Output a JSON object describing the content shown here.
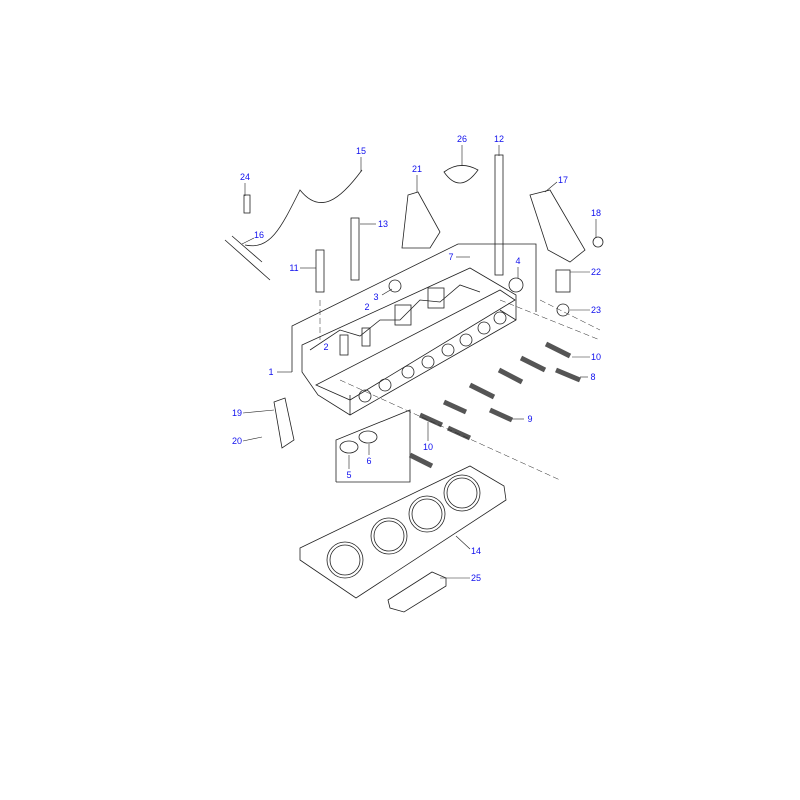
{
  "label_color": "#1010ee",
  "callouts": [
    {
      "id": "c24",
      "text": "24"
    },
    {
      "id": "c15",
      "text": "15"
    },
    {
      "id": "c21",
      "text": "21"
    },
    {
      "id": "c26",
      "text": "26"
    },
    {
      "id": "c12",
      "text": "12"
    },
    {
      "id": "c17",
      "text": "17"
    },
    {
      "id": "c18",
      "text": "18"
    },
    {
      "id": "c16",
      "text": "16"
    },
    {
      "id": "c13",
      "text": "13"
    },
    {
      "id": "c11",
      "text": "11"
    },
    {
      "id": "c7",
      "text": "7"
    },
    {
      "id": "c4",
      "text": "4"
    },
    {
      "id": "c22",
      "text": "22"
    },
    {
      "id": "c3",
      "text": "3"
    },
    {
      "id": "c23",
      "text": "23"
    },
    {
      "id": "c2a",
      "text": "2"
    },
    {
      "id": "c2b",
      "text": "2"
    },
    {
      "id": "c1",
      "text": "1"
    },
    {
      "id": "c10a",
      "text": "10"
    },
    {
      "id": "c8",
      "text": "8"
    },
    {
      "id": "c19",
      "text": "19"
    },
    {
      "id": "c9",
      "text": "9"
    },
    {
      "id": "c20",
      "text": "20"
    },
    {
      "id": "c10b",
      "text": "10"
    },
    {
      "id": "c5",
      "text": "5"
    },
    {
      "id": "c6",
      "text": "6"
    },
    {
      "id": "c14",
      "text": "14"
    },
    {
      "id": "c25",
      "text": "25"
    }
  ]
}
